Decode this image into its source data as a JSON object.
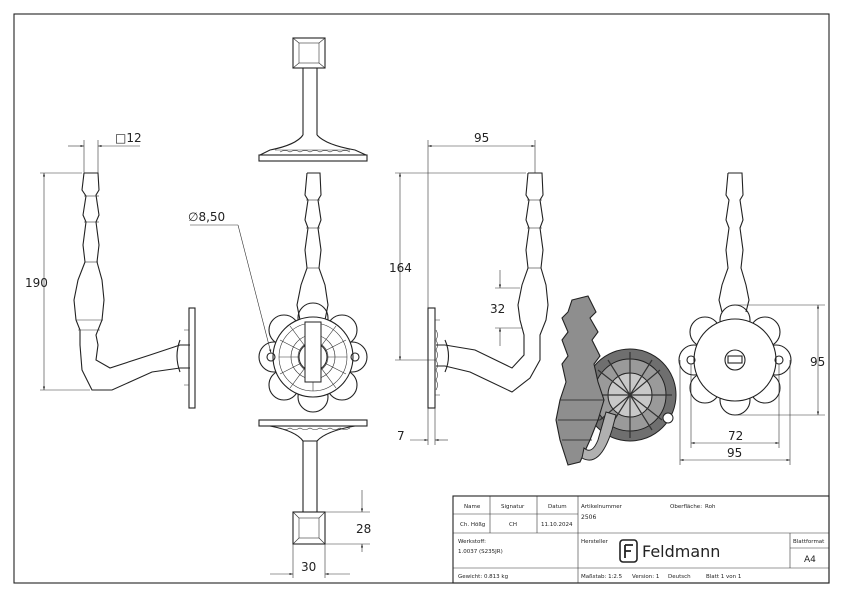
{
  "dimensions": {
    "square": "□12",
    "height_left": "190",
    "diameter": "∅8,50",
    "width_top": "95",
    "height_mid": "164",
    "spacing": "32",
    "plate_thickness": "7",
    "base_height": "28",
    "base_width": "30",
    "rosette_height": "95",
    "hole_spacing": "72",
    "rosette_width": "95"
  },
  "title_block": {
    "h_name": "Name",
    "h_signatur": "Signatur",
    "h_datum": "Datum",
    "v_name": "Ch. Hößg",
    "v_signatur": "CH",
    "v_datum": "11.10.2024",
    "artikel_label": "Artikelnummer",
    "artikel_value": "2506",
    "oberflaeche_label": "Oberfläche:",
    "oberflaeche_value": "Roh",
    "werkstoff_label": "Werkstoff:",
    "werkstoff_value": "1.0037 (S235JR)",
    "hersteller_label": "Hersteller",
    "brand": "Feldmann",
    "blattformat_label": "Blattformat",
    "blattformat_value": "A4",
    "gewicht": "Gewicht: 0.813 kg",
    "massstab": "Maßstab: 1:2.5",
    "version": "Version: 1",
    "sprache": "Deutsch",
    "blatt": "Blatt 1 von 1"
  }
}
